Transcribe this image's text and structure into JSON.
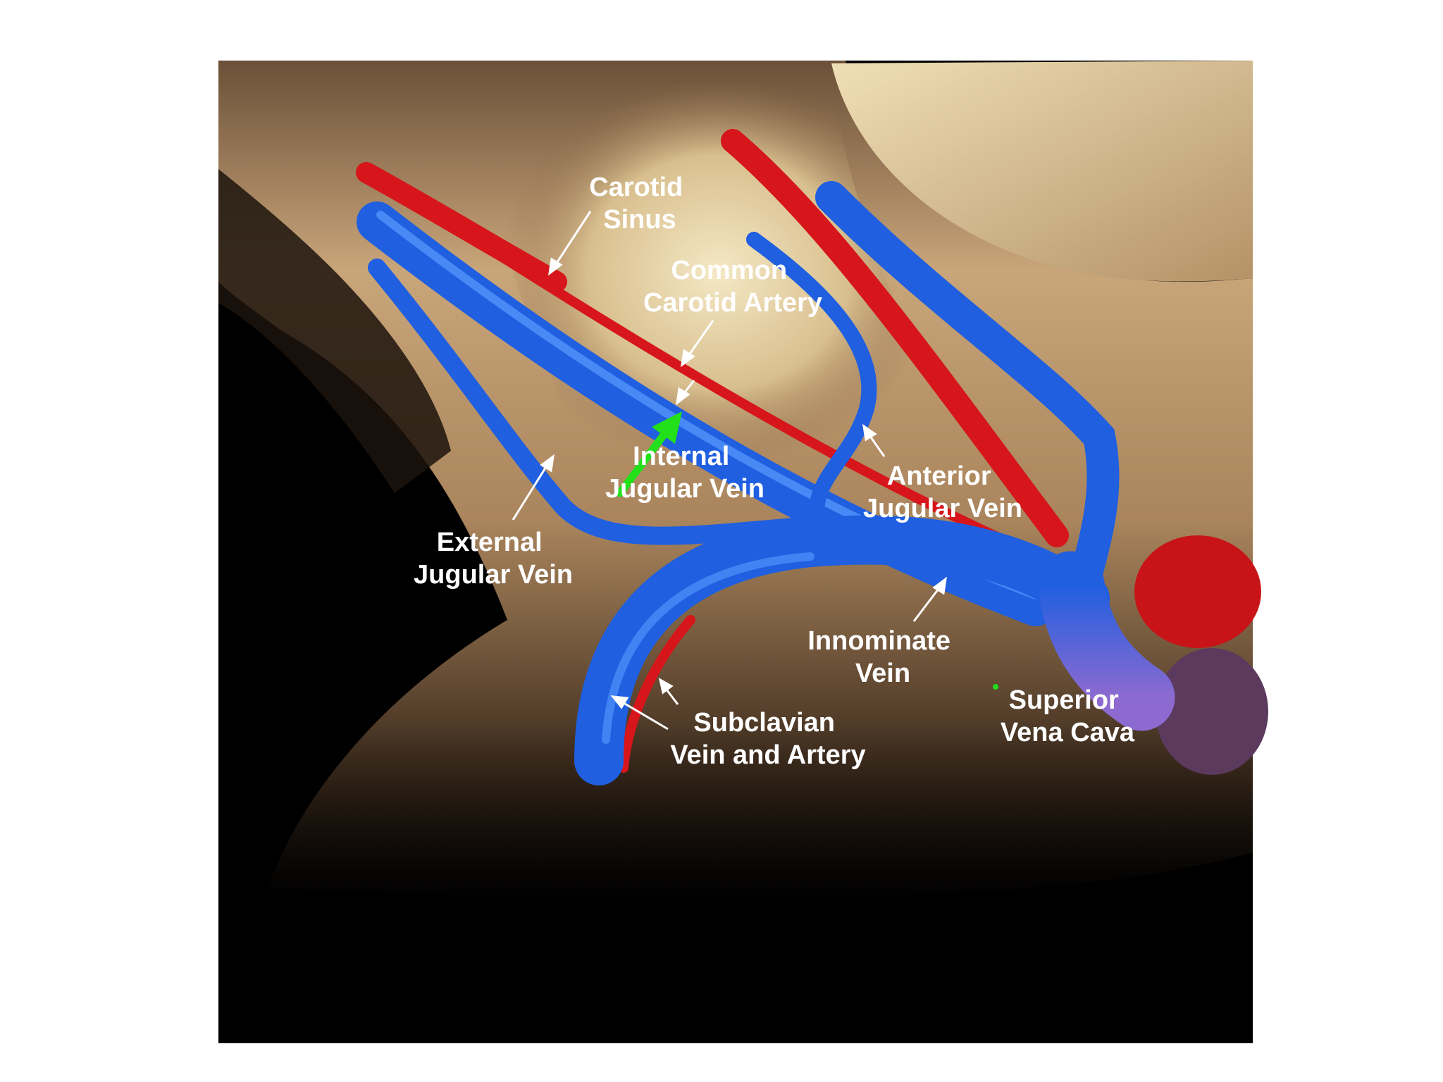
{
  "labels": {
    "carotid_sinus": [
      "Carotid",
      "Sinus"
    ],
    "common_carotid_artery": [
      "Common",
      "Carotid Artery"
    ],
    "internal_jugular_vein": [
      "Internal",
      "Jugular Vein"
    ],
    "anterior_jugular_vein": [
      "Anterior",
      "Jugular Vein"
    ],
    "external_jugular_vein": [
      "External",
      "Jugular Vein"
    ],
    "innominate_vein": [
      "Innominate",
      "Vein"
    ],
    "subclavian_vein_and_artery": [
      "Subclavian",
      "Vein and Artery"
    ],
    "superior_vena_cava": [
      "Superior",
      "Vena Cava"
    ]
  },
  "colors": {
    "page_background": "#ffffff",
    "scene_background": "#000000",
    "skin_light": "#f2e3bd",
    "skin_mid": "#c9a57a",
    "skin_dark": "#3b2a1c",
    "vein": "#1f5fe0",
    "vein_highlight": "#5a9bff",
    "artery": "#d6161a",
    "pointer_green": "#22e01a",
    "label_text": "#ffffff"
  }
}
